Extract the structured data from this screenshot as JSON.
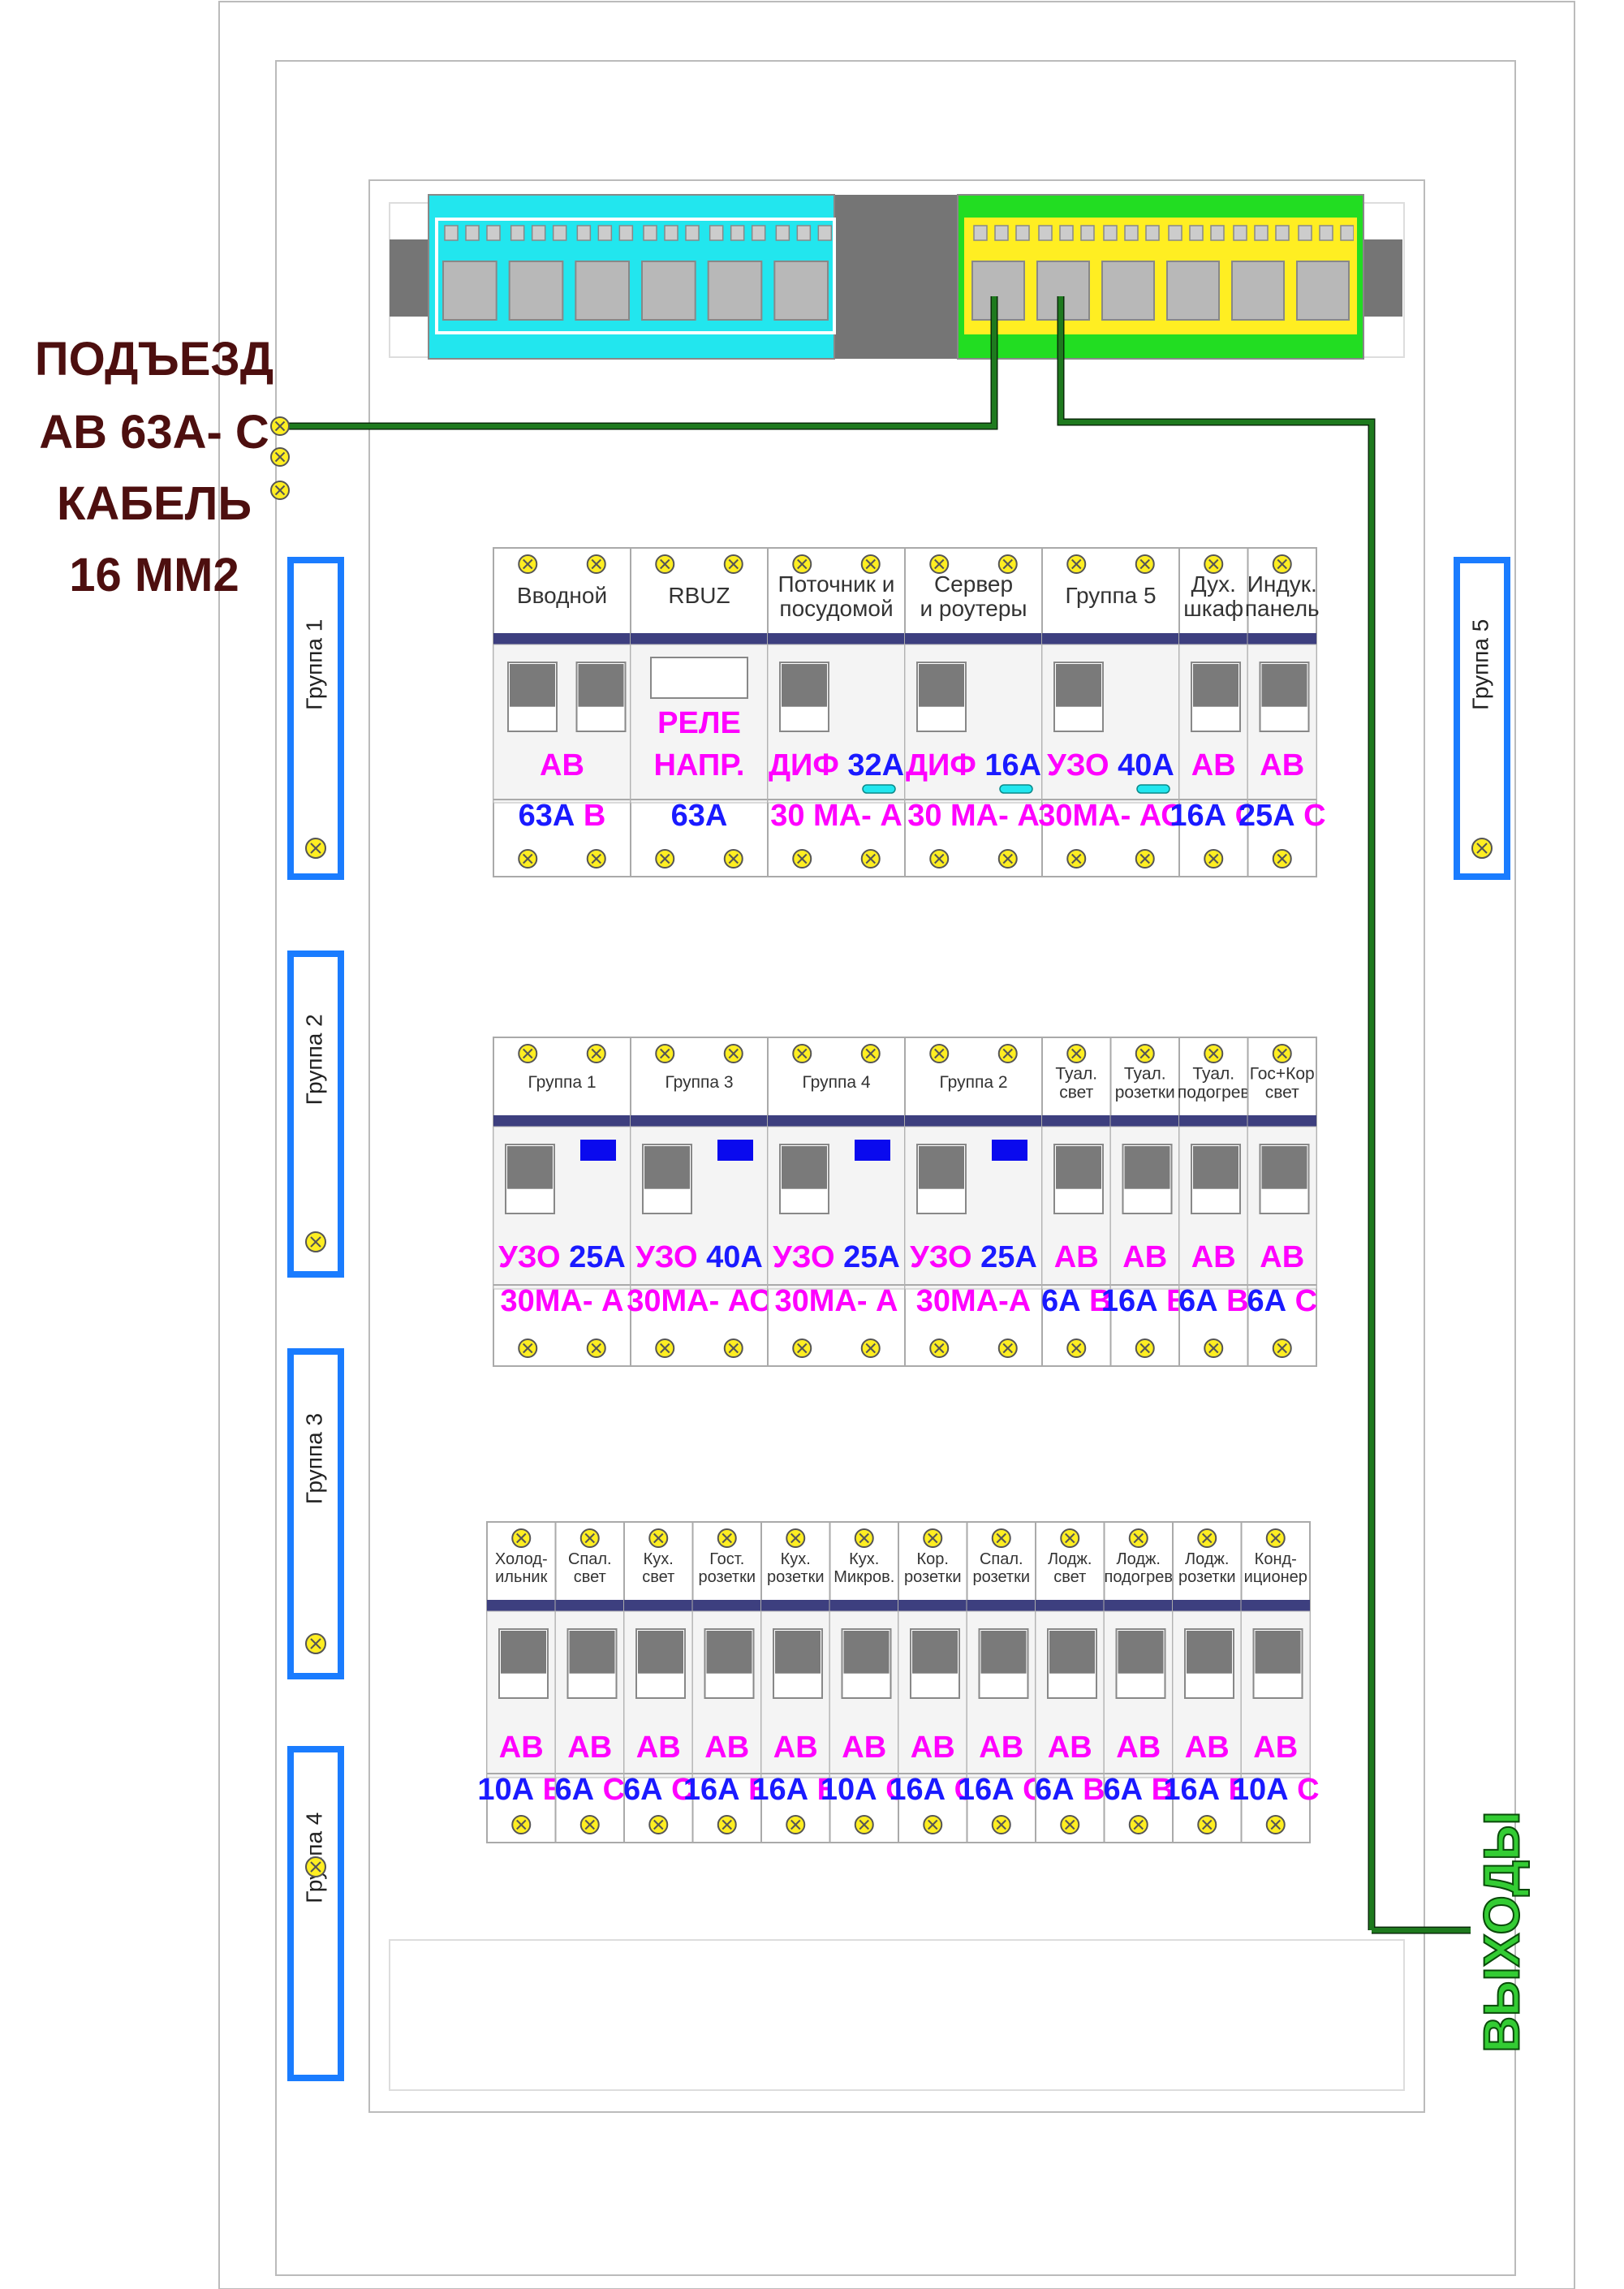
{
  "input": {
    "lines": [
      "ПОДЪЕЗД",
      "АВ 63А- С",
      "КАБЕЛЬ",
      "16 ММ2"
    ]
  },
  "outputs_label": "ВЫХОДЫ",
  "groups": [
    "Группа 1",
    "Группа 2",
    "Группа 3",
    "Группа 4",
    "Группа 5"
  ],
  "row1": [
    {
      "title": [
        "Вводной"
      ],
      "type": "АВ",
      "rating": [
        {
          "t": "63А",
          "c": "b"
        },
        {
          "t": " В",
          "c": "m"
        }
      ],
      "wide": 2
    },
    {
      "title": [
        "RBUZ"
      ],
      "type": "РЕЛЕ НАПР.",
      "rating": [
        {
          "t": "63А",
          "c": "b"
        }
      ],
      "wide": 2,
      "relay": true
    },
    {
      "title": [
        "Поточник и",
        "посудомой"
      ],
      "type": "ДИФ",
      "type2": "32А",
      "rating": [
        {
          "t": "30 МА- А",
          "c": "m"
        }
      ],
      "wide": 2
    },
    {
      "title": [
        "Сервер",
        "и роутеры"
      ],
      "type": "ДИФ",
      "type2": "16А",
      "rating": [
        {
          "t": "30 МА- А",
          "c": "m"
        }
      ],
      "wide": 2
    },
    {
      "title": [
        "Группа 5"
      ],
      "type": "УЗО",
      "type2": "40А",
      "rating": [
        {
          "t": "30МА- АС",
          "c": "m"
        }
      ],
      "wide": 2
    },
    {
      "title": [
        "Дух.",
        "шкаф"
      ],
      "type": "АВ",
      "rating": [
        {
          "t": "16А",
          "c": "b"
        },
        {
          "t": " С",
          "c": "m"
        }
      ],
      "wide": 1
    },
    {
      "title": [
        "Индук.",
        "панель"
      ],
      "type": "АВ",
      "rating": [
        {
          "t": "25А",
          "c": "b"
        },
        {
          "t": " С",
          "c": "m"
        }
      ],
      "wide": 1
    }
  ],
  "row2": [
    {
      "title": [
        "Группа 1"
      ],
      "type": "УЗО",
      "type2": "25А",
      "rating": [
        {
          "t": "30МА- А",
          "c": "m"
        }
      ],
      "wide": 2
    },
    {
      "title": [
        "Группа 3"
      ],
      "type": "УЗО",
      "type2": "40А",
      "rating": [
        {
          "t": "30МА- АС",
          "c": "m"
        }
      ],
      "wide": 2
    },
    {
      "title": [
        "Группа 4"
      ],
      "type": "УЗО",
      "type2": "25А",
      "rating": [
        {
          "t": "30МА- А",
          "c": "m"
        }
      ],
      "wide": 2
    },
    {
      "title": [
        "Группа 2"
      ],
      "type": "УЗО",
      "type2": "25А",
      "rating": [
        {
          "t": "30МА-А",
          "c": "m"
        }
      ],
      "wide": 2
    },
    {
      "title": [
        "Туал.",
        "свет"
      ],
      "type": "АВ",
      "rating": [
        {
          "t": "6А",
          "c": "b"
        },
        {
          "t": " В",
          "c": "m"
        }
      ],
      "wide": 1
    },
    {
      "title": [
        "Туал.",
        "розетки"
      ],
      "type": "АВ",
      "rating": [
        {
          "t": "16А",
          "c": "b"
        },
        {
          "t": " В",
          "c": "m"
        }
      ],
      "wide": 1
    },
    {
      "title": [
        "Туал.",
        "подогрев"
      ],
      "type": "АВ",
      "rating": [
        {
          "t": "6А",
          "c": "b"
        },
        {
          "t": " В",
          "c": "m"
        }
      ],
      "wide": 1
    },
    {
      "title": [
        "Гос+Кор",
        "свет"
      ],
      "type": "АВ",
      "rating": [
        {
          "t": "6А",
          "c": "b"
        },
        {
          "t": " С",
          "c": "m"
        }
      ],
      "wide": 1
    }
  ],
  "row3": [
    {
      "title": [
        "Холод-",
        "ильник"
      ],
      "type": "АВ",
      "rating": [
        {
          "t": "10А",
          "c": "b"
        },
        {
          "t": " В",
          "c": "m"
        }
      ],
      "wide": 1
    },
    {
      "title": [
        "Спал.",
        "свет"
      ],
      "type": "АВ",
      "rating": [
        {
          "t": "6А",
          "c": "b"
        },
        {
          "t": " С",
          "c": "m"
        }
      ],
      "wide": 1
    },
    {
      "title": [
        "Кух.",
        "свет"
      ],
      "type": "АВ",
      "rating": [
        {
          "t": "6А",
          "c": "b"
        },
        {
          "t": " С",
          "c": "m"
        }
      ],
      "wide": 1
    },
    {
      "title": [
        "Гост.",
        "розетки"
      ],
      "type": "АВ",
      "rating": [
        {
          "t": "16А",
          "c": "b"
        },
        {
          "t": " В",
          "c": "m"
        }
      ],
      "wide": 1
    },
    {
      "title": [
        "Кух.",
        "розетки"
      ],
      "type": "АВ",
      "rating": [
        {
          "t": "16А",
          "c": "b"
        },
        {
          "t": " В",
          "c": "m"
        }
      ],
      "wide": 1
    },
    {
      "title": [
        "Кух.",
        "Микров."
      ],
      "type": "АВ",
      "rating": [
        {
          "t": "10А",
          "c": "b"
        },
        {
          "t": " С",
          "c": "m"
        }
      ],
      "wide": 1
    },
    {
      "title": [
        "Кор.",
        "розетки"
      ],
      "type": "АВ",
      "rating": [
        {
          "t": "16А",
          "c": "b"
        },
        {
          "t": " С",
          "c": "m"
        }
      ],
      "wide": 1
    },
    {
      "title": [
        "Спал.",
        "розетки"
      ],
      "type": "АВ",
      "rating": [
        {
          "t": "16А",
          "c": "b"
        },
        {
          "t": " С",
          "c": "m"
        }
      ],
      "wide": 1
    },
    {
      "title": [
        "Лодж.",
        "свет"
      ],
      "type": "АВ",
      "rating": [
        {
          "t": "6А",
          "c": "b"
        },
        {
          "t": " В",
          "c": "m"
        }
      ],
      "wide": 1
    },
    {
      "title": [
        "Лодж.",
        "подогрев"
      ],
      "type": "АВ",
      "rating": [
        {
          "t": "6А",
          "c": "b"
        },
        {
          "t": " В",
          "c": "m"
        }
      ],
      "wide": 1
    },
    {
      "title": [
        "Лодж.",
        "розетки"
      ],
      "type": "АВ",
      "rating": [
        {
          "t": "16А",
          "c": "b"
        },
        {
          "t": " В",
          "c": "m"
        }
      ],
      "wide": 1
    },
    {
      "title": [
        "Конд-",
        "иционер"
      ],
      "type": "АВ",
      "rating": [
        {
          "t": "10А",
          "c": "b"
        },
        {
          "t": " С",
          "c": "m"
        }
      ],
      "wide": 1
    }
  ],
  "colors": {
    "magenta": "#ff00ff",
    "blue": "#1a1aff",
    "wire": "#1e7a1e",
    "cyan": "#22e6ee",
    "green": "#22dd22",
    "yellow": "#ffee22",
    "frame_blue": "#1a7cff",
    "navy": "#3d3f7f",
    "maroon": "#4d0f0f",
    "label_green": "#33cc33"
  }
}
